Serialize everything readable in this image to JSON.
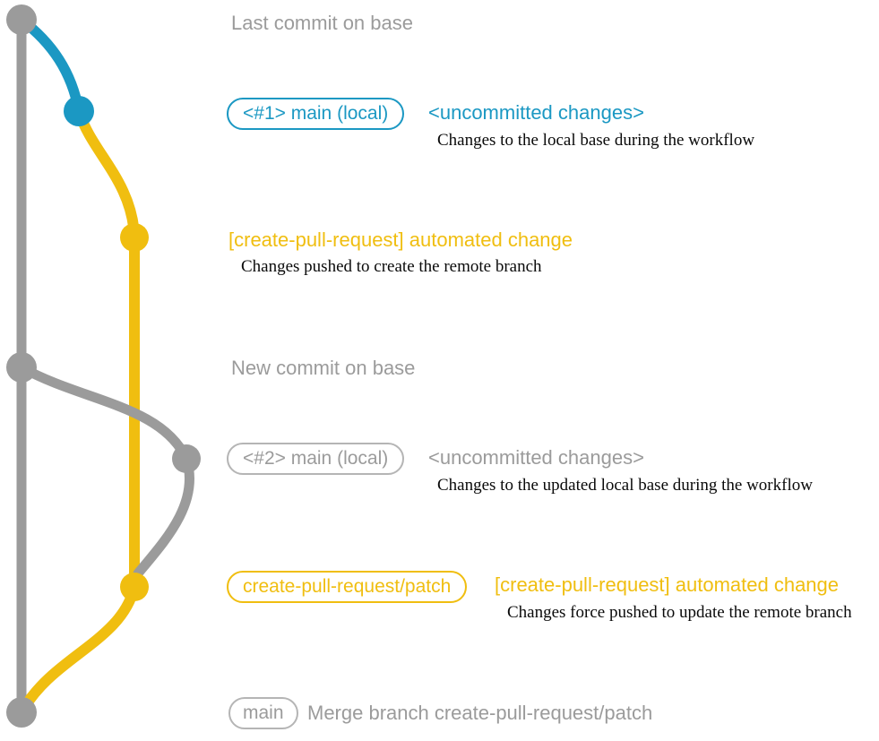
{
  "colors": {
    "gray": "#9b9b9b",
    "gray_light": "#b5b5b5",
    "blue": "#1b98c3",
    "yellow": "#f0be10",
    "black": "#0a0a0a"
  },
  "rows": {
    "last_commit": {
      "title": "Last commit on base"
    },
    "main1": {
      "branch_label": "<#1> main (local)",
      "status": "<uncommitted changes>",
      "description": "Changes to the local base during the workflow"
    },
    "automated1": {
      "title": "[create-pull-request] automated change",
      "description": "Changes pushed to create the remote branch"
    },
    "new_commit": {
      "title": "New commit on base"
    },
    "main2": {
      "branch_label": "<#2> main (local)",
      "status": "<uncommitted changes>",
      "description": "Changes to the updated local base during the workflow"
    },
    "automated2": {
      "branch_label": "create-pull-request/patch",
      "title": "[create-pull-request] automated change",
      "description": "Changes force pushed to update the remote branch"
    },
    "merge": {
      "branch_label": "main",
      "title": "Merge branch create-pull-request/patch"
    }
  }
}
